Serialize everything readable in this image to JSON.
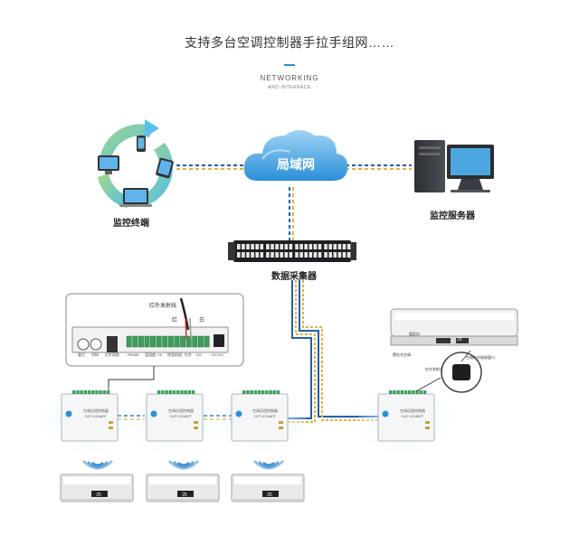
{
  "header": {
    "title": "支持多台空调控制器手拉手组网……",
    "subtitle_en": "NETWORKING",
    "subtitle_en2": "AND INTERFACE"
  },
  "nodes": {
    "cloud": "局域网",
    "terminal": "监控终端",
    "server": "监控服务器",
    "collector": "数据采集器"
  },
  "detail_panel": {
    "ir_line": "红外发射线",
    "red": "红",
    "white": "白",
    "port_labels": [
      "复位",
      "学码",
      "红外接收",
      "RS485",
      "温湿度 / DI",
      "除湿机组",
      "红外",
      "DO",
      "DC12V"
    ]
  },
  "controller": {
    "name": "空调远程控制器",
    "model": "DXT-KG480T"
  },
  "ac_callout": {
    "fixed_label": "固定位",
    "wall_mount": "壁挂式空调",
    "receive_window": "空调红外接收窗口",
    "emitter": "红外发射头",
    "display_temp": "25"
  },
  "ac_units": {
    "display_temp": "25"
  },
  "colors": {
    "accent_blue": "#2a8fd6",
    "cable_blue": "#1f5fae",
    "cable_yellow": "#e0b437",
    "glow": "#dff3fd"
  }
}
